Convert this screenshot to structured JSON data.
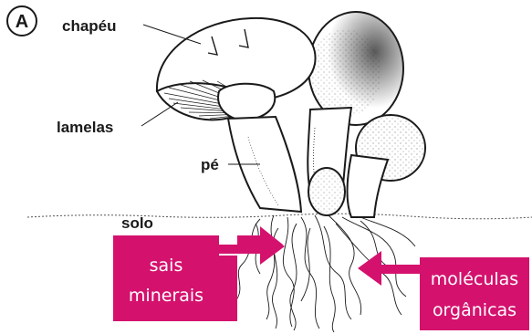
{
  "panel_letter": "A",
  "labels": {
    "cap": "chapéu",
    "gills": "lamelas",
    "stem": "pé",
    "soil": "solo"
  },
  "arrows": {
    "minerals_line1": "sais",
    "minerals_line2": "minerais",
    "organic_line1": "moléculas",
    "organic_line2": "orgânicas"
  },
  "colors": {
    "arrow_fill": "#d4126e",
    "ink": "#1a1a1a"
  }
}
